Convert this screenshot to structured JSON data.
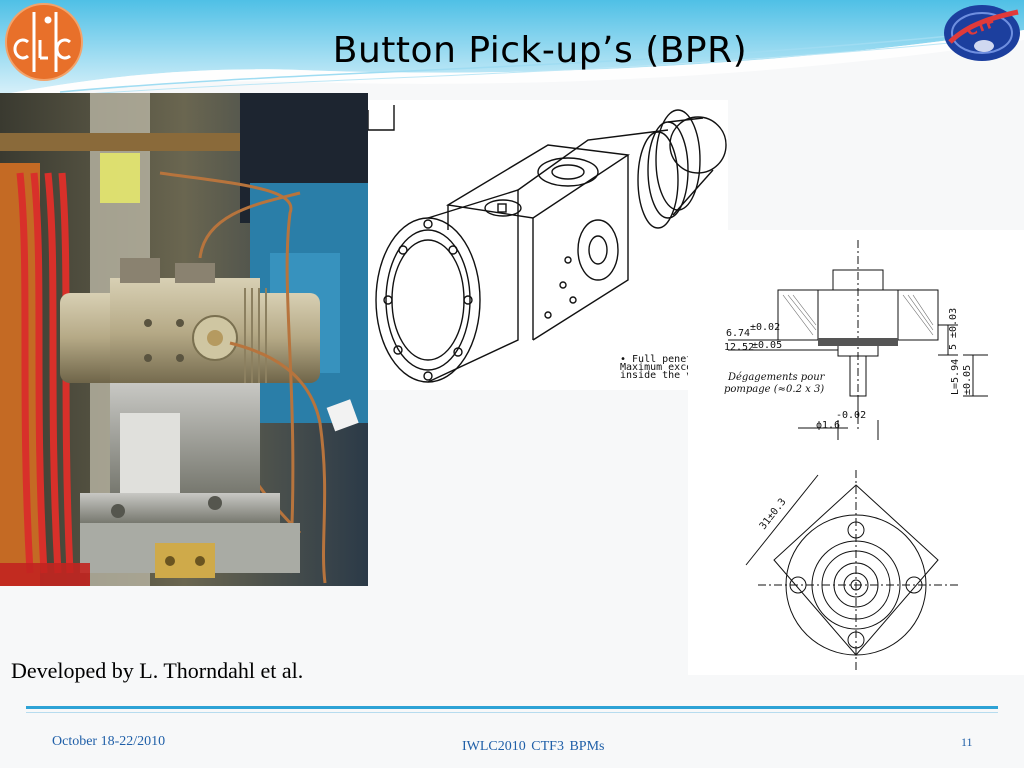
{
  "slide": {
    "title": "Button Pick-up’s (BPR)",
    "credit": "Developed by L. Thorndahl et al."
  },
  "footer": {
    "date": "October  18-22/2010",
    "event": "IWLC2010   CTF3 BPMs",
    "page_number": "11"
  },
  "logos": {
    "clic_text": "CLIC",
    "ctf_text": "CTF3"
  },
  "drawing": {
    "notes": [
      "• Full penetration",
      "Maximum exceeded penetrat",
      "inside the vacuum chamber o"
    ],
    "dims": {
      "d1": "6.74",
      "d1_tol": "±0.02",
      "d2": "12.52",
      "d2_tol": "±0.05",
      "right1": "5",
      "right1_tol": "±0.03",
      "length": "L=5.94",
      "length_tol": "±0.05",
      "pin": "ϕ1.6",
      "pin_tol": "-0.02",
      "diag": "31±0.3",
      "degagement1": "Dégagements pour",
      "degagement2": "pompage (≈0.2 x 3)"
    }
  },
  "colors": {
    "accent": "#2ea3d6",
    "footer_text": "#1f5fa8",
    "clic_orange": "#e8702a",
    "ctf_blue": "#1c3f9e"
  }
}
